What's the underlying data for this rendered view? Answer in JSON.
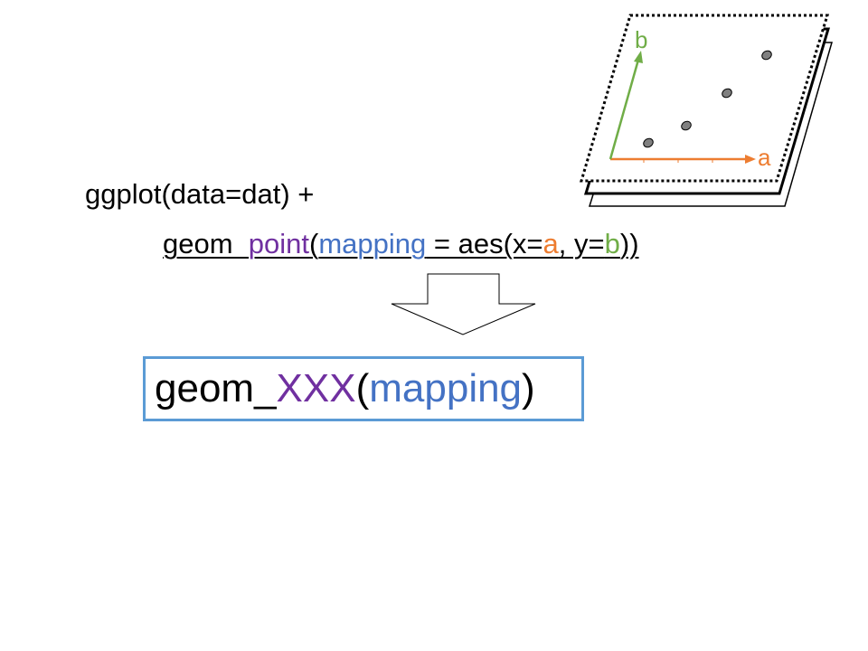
{
  "plot_icon": {
    "x_axis_label": "a",
    "y_axis_label": "b"
  },
  "code": {
    "line1": "ggplot(data=dat) +",
    "line2": {
      "prefix": "geom_",
      "geom": "point",
      "open_paren": "(",
      "mapping": "mapping",
      "aes_start": " = aes(x=",
      "x_var": "a",
      "sep": ", y=",
      "y_var": "b",
      "close": "))"
    }
  },
  "summary": {
    "prefix": "geom_",
    "geom": "XXX",
    "open_paren": "( ",
    "mapping": "mapping",
    "close": ")"
  },
  "colors": {
    "geom": "#7030a0",
    "mapping": "#4472c4",
    "x_var": "#ed7d31",
    "y_var": "#70ad47",
    "box_border": "#5b9bd5"
  }
}
